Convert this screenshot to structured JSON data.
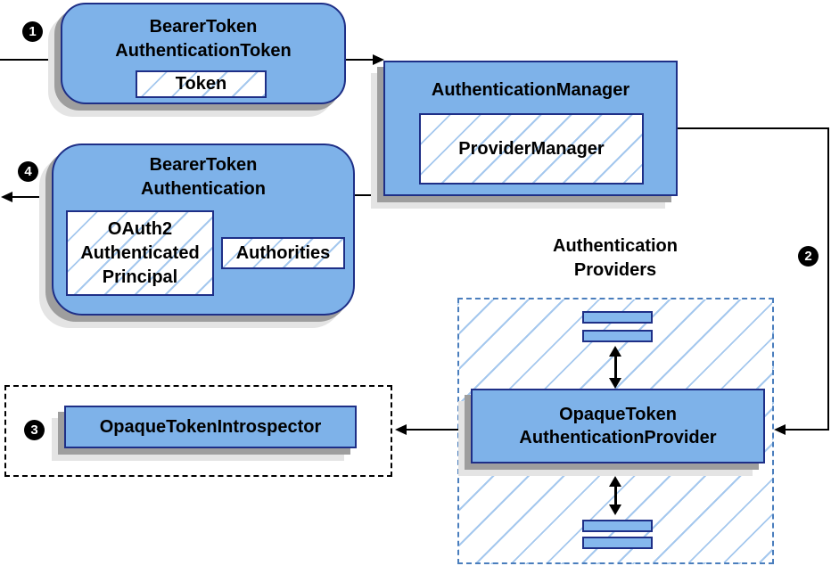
{
  "badges": {
    "step1": "1",
    "step2": "2",
    "step3": "3",
    "step4": "4"
  },
  "nodes": {
    "bearer_token_authentication_token": {
      "title_line1": "BearerToken",
      "title_line2": "AuthenticationToken",
      "token_chip": "Token"
    },
    "authentication_manager": {
      "title": "AuthenticationManager",
      "provider_manager_chip": "ProviderManager"
    },
    "bearer_token_authentication": {
      "title_line1": "BearerToken",
      "title_line2": "Authentication",
      "principal_line1": "OAuth2",
      "principal_line2": "Authenticated",
      "principal_line3": "Principal",
      "authorities_chip": "Authorities"
    },
    "authentication_providers": {
      "heading_line1": "Authentication",
      "heading_line2": "Providers",
      "provider_title_line1": "OpaqueToken",
      "provider_title_line2": "AuthenticationProvider"
    },
    "opaque_token_introspector": {
      "label": "OpaqueTokenIntrospector"
    }
  },
  "colors": {
    "node_fill": "#7EB2E9",
    "node_border": "#1E2F87",
    "hatch_line": "#A5C8EE",
    "providers_dashed_border": "#4A7EBD",
    "introspector_dashed_border": "#000000",
    "shadow": "#9E9E9E",
    "shadow_light": "#E4E4E4",
    "arrow": "#000000",
    "badge_bg": "#000000",
    "badge_text": "#FFFFFF"
  }
}
